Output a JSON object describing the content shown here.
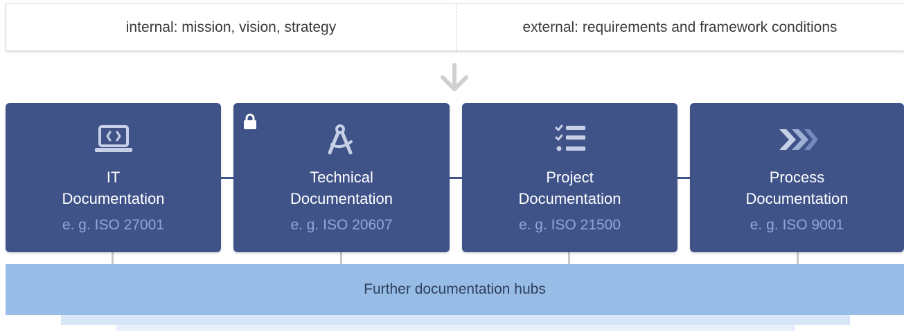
{
  "context": {
    "internal": "internal: mission, vision, strategy",
    "external": "external: requirements and framework conditions"
  },
  "hubs": [
    {
      "line1": "IT",
      "line2": "Documentation",
      "standard": "e. g. ISO 27001",
      "icon": "laptop-code-icon",
      "locked": false
    },
    {
      "line1": "Technical",
      "line2": "Documentation",
      "standard": "e. g. ISO 20607",
      "icon": "compass-drafting-icon",
      "locked": true
    },
    {
      "line1": "Project",
      "line2": "Documentation",
      "standard": "e. g. ISO 21500",
      "icon": "task-list-icon",
      "locked": false
    },
    {
      "line1": "Process",
      "line2": "Documentation",
      "standard": "e. g. ISO 9001",
      "icon": "process-chevrons-icon",
      "locked": false
    }
  ],
  "further": {
    "label": "Further documentation hubs"
  },
  "colors": {
    "card": "#3f5389",
    "standard_text": "#8fa7d6",
    "hub_bar": "#97bde6",
    "arrow": "#cfcfcf"
  }
}
